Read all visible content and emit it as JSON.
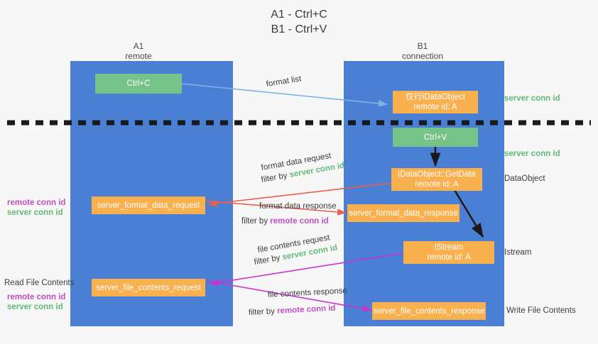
{
  "title": "A1 - Ctrl+C\nB1 - Ctrl+V",
  "columns": [
    {
      "name": "A1",
      "role": "remote",
      "label": "A1\nremote"
    },
    {
      "name": "B1",
      "role": "connection",
      "label": "B1\nconnection"
    }
  ],
  "nodes": {
    "ctrl_c": "Ctrl+C",
    "ctrl_v": "Ctrl+V",
    "idataobject": "仅行IDataObject\nremote id: A",
    "idataobject_getdata": "IDataObject::GetData\nremote id: A",
    "istream": "IStream\nremote id: A",
    "server_format_data_request": "server_format_data_request",
    "server_format_data_response": "server_format_data_response",
    "server_file_contents_request": "server_file_contents_request",
    "server_file_contents_response": "server_file_contents_response"
  },
  "captions": {
    "format_list": "format list",
    "format_data_request": "format data request",
    "format_data_request_filter_prefix": "filter by ",
    "format_data_request_filter_value": "server conn id",
    "format_data_response": "format data response",
    "format_data_response_filter_prefix": "filter by ",
    "format_data_response_filter_value": "remote conn id",
    "file_contents_request": "file contents request",
    "file_contents_request_filter_prefix": "filter by ",
    "file_contents_request_filter_value": "server conn id",
    "file_contents_response": "file contents response",
    "file_contents_response_filter_prefix": "filter by ",
    "file_contents_response_filter_value": "remote conn id"
  },
  "right_labels": {
    "server_conn_id_top": "server conn id",
    "server_conn_id_second": "server conn id",
    "dataobject": "DataObject",
    "istream": "Istream",
    "write_file_contents": "Write File Contents"
  },
  "left_labels": {
    "remote_conn_id_top": "remote conn id",
    "server_conn_id_top": "server conn id",
    "read_file_contents": "Read File Contents",
    "remote_conn_id_bottom": "remote conn id",
    "server_conn_id_bottom": "server conn id"
  },
  "colors": {
    "lane": "#4a7fd4",
    "green_node": "#76c389",
    "orange_node": "#f9b04e",
    "green_text": "#62b877",
    "purple_text": "#c04fc0",
    "red_arrow": "#e8604c",
    "magenta_arrow": "#cc33cc",
    "blue_arrow": "#7fb3e8",
    "dark_arrow": "#1a1a1a",
    "background": "#f7f7f7"
  }
}
